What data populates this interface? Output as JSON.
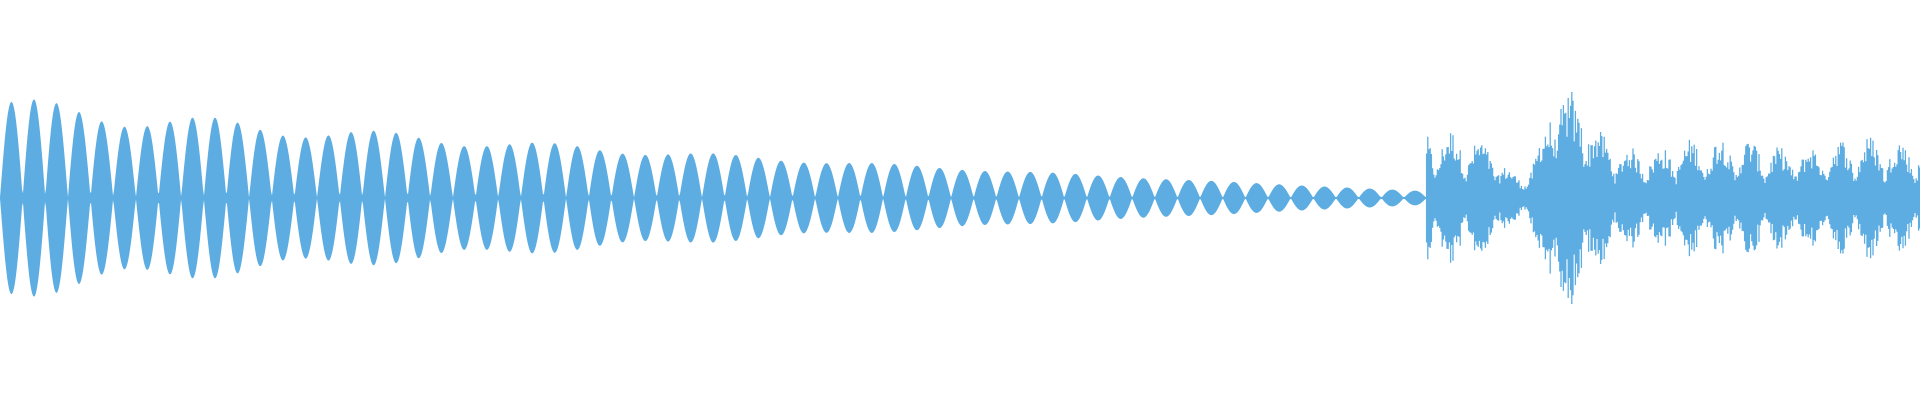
{
  "waveform": {
    "color": "#5DADE2",
    "background": "#FFFFFF",
    "segments": [
      {
        "kind": "tone-beats",
        "start": 0.0,
        "end": 0.743,
        "start_amplitude": 0.48,
        "end_amplitude": 0.035,
        "cycles": 63
      },
      {
        "kind": "noisy-bursts",
        "start": 0.743,
        "end": 1.0,
        "base_amplitude": 0.32,
        "peak_amplitude": 0.6,
        "peak_position": 0.815
      }
    ]
  }
}
